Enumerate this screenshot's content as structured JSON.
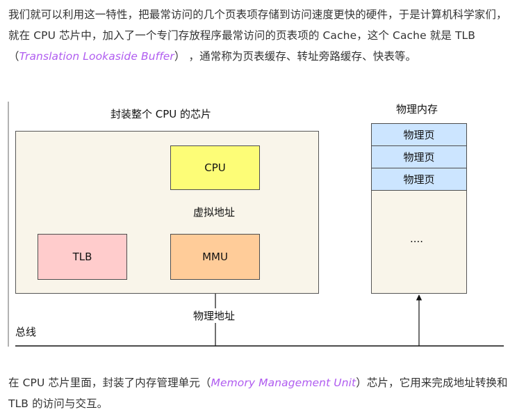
{
  "para1": {
    "before": "我们就可以利用这一特性，把最常访问的几个页表项存储到访问速度更快的硬件，于是计算机科学家们，就在 CPU 芯片中，加入了一个专门存放程序最常访问的页表项的 Cache，这个 Cache 就是 TLB（",
    "term": "Translation Lookaside Buffer",
    "after": "） ，通常称为页表缓存、转址旁路缓存、快表等。"
  },
  "diagram": {
    "chip_title": "封装整个 CPU 的芯片",
    "cpu_label": "CPU",
    "mmu_label": "MMU",
    "tlb_label": "TLB",
    "virtual_addr_label": "虚拟地址",
    "physical_addr_label": "物理地址",
    "bus_label": "总线",
    "memory_title": "物理内存",
    "pages": [
      "物理页",
      "物理页",
      "物理页"
    ],
    "ellipsis": "....",
    "colors": {
      "chip_bg": "#f9f5ea",
      "cpu_bg": "#fdfd77",
      "mmu_bg": "#ffcc99",
      "tlb_bg": "#ffcccc",
      "page_bg": "#cce5ff",
      "memory_bg": "#f9f5ea"
    }
  },
  "para2": {
    "before": "在 CPU 芯片里面，封装了内存管理单元（",
    "term": "Memory Management Unit",
    "after": "）芯片，它用来完成地址转换和 TLB 的访问与交互。"
  }
}
